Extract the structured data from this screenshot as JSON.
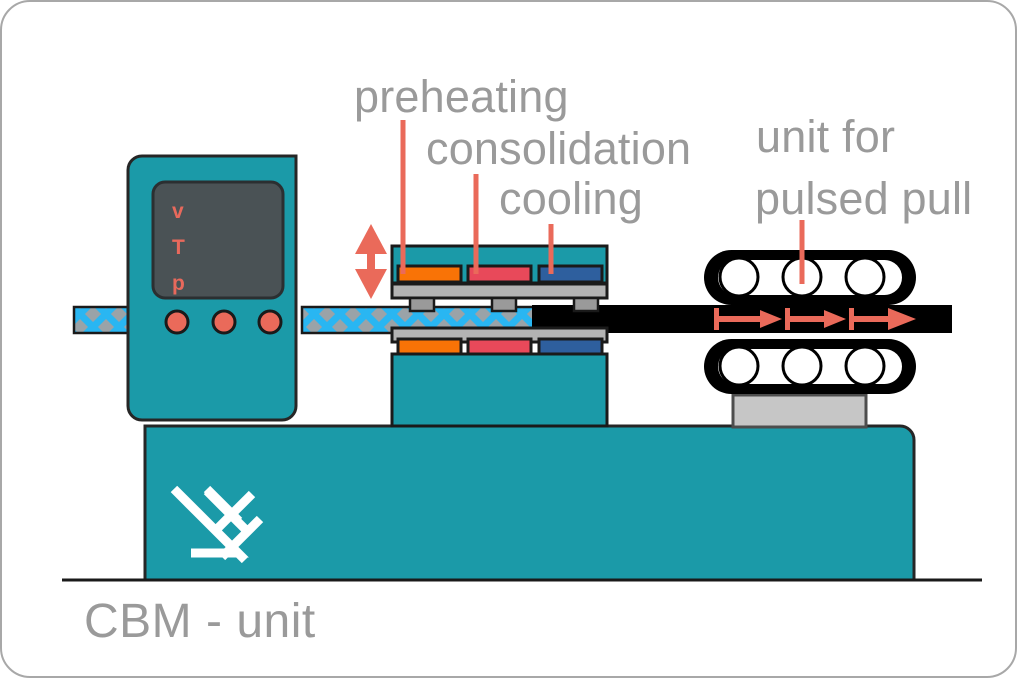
{
  "diagram": {
    "caption": "CBM - unit",
    "labels": {
      "preheating": "preheating",
      "consolidation": "consolidation",
      "cooling": "cooling",
      "unit_for": "unit for",
      "pulsed_pull": "pulsed pull"
    },
    "control_panel": {
      "screen_readouts": [
        "v",
        "T",
        "p"
      ],
      "buttons": [
        "button-1",
        "button-2",
        "button-3"
      ],
      "button_count": 3
    },
    "press": {
      "zones": [
        {
          "name": "preheating",
          "color": "#f97306"
        },
        {
          "name": "consolidation",
          "color": "#e8495a"
        },
        {
          "name": "cooling",
          "color": "#2e5f9e"
        }
      ],
      "platen_color": "#b3b3b3",
      "body_color": "#1b9aa8",
      "vertical_motion": "double-arrow-up-down"
    },
    "puller": {
      "tracks": 2,
      "rollers_per_track": 3,
      "pulse_arrows": 3,
      "motion": "pulsed-pull-right"
    },
    "material": {
      "infeed": "braided-fiber-preform",
      "infeed_color": "#29b6f2",
      "outfeed": "consolidated-profile",
      "outfeed_color": "#000000"
    },
    "colors": {
      "teal": "#1b9aa8",
      "coral": "#e8695c",
      "label_gray": "#9a9a9a",
      "screen": "#4a5255",
      "gray": "#b3b3b3",
      "orange": "#f97306",
      "red": "#e8495a",
      "blue": "#2e5f9e",
      "outline": "#1a1a1a"
    },
    "logo": "chevron-logo"
  }
}
